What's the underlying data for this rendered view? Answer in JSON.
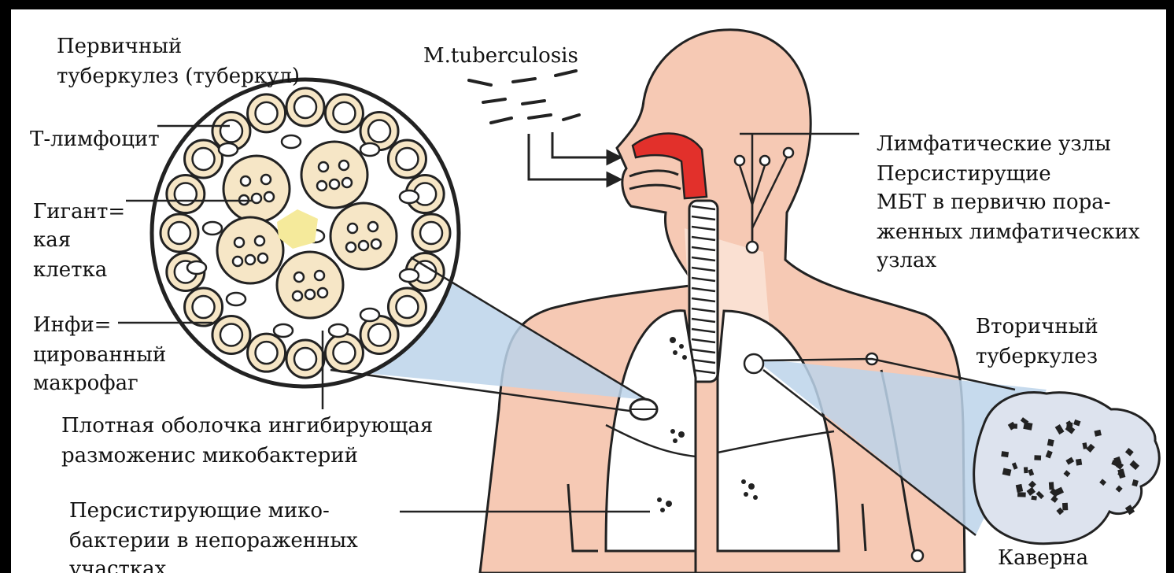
{
  "labels": {
    "primary_tb_1": "Первичный",
    "primary_tb_2": "туберкулез  (туберкул)",
    "mtb": "M.tuberculosis",
    "t_lymph": "Т-лимфоцит",
    "giant_1": "Гигант=",
    "giant_2": "кая",
    "giant_3": "клетка",
    "infected_1": "Инфи=",
    "infected_2": "цированный",
    "infected_3": "макрофаг",
    "dense_1": "Плотная оболочка ингибирующая",
    "dense_2": "разможенис микобактерий",
    "persist_1": "Персистирующие мико-",
    "persist_2": "бактерии в непораженных",
    "persist_3": "участках",
    "lymph_1": "Лимфатические узлы",
    "lymph_2": "Персистирущие",
    "lymph_3": "МБТ в первичю пора-",
    "lymph_4": "женных лимфатических",
    "lymph_5": "узлах",
    "secondary_1": "Вторичный",
    "secondary_2": "туберкулез",
    "cavern": "Каверна"
  },
  "colors": {
    "background": "#000000",
    "canvas": "#ffffff",
    "skin": "#f6c9b4",
    "skin_light": "#fbe6da",
    "airway_red": "#e2302b",
    "lung_blue": "#bcd4ea",
    "granuloma_fill": "#f6e6c6",
    "necrosis_yellow": "#f5ea9b",
    "cavern_fill": "#dde3ee",
    "ink": "#111111"
  }
}
